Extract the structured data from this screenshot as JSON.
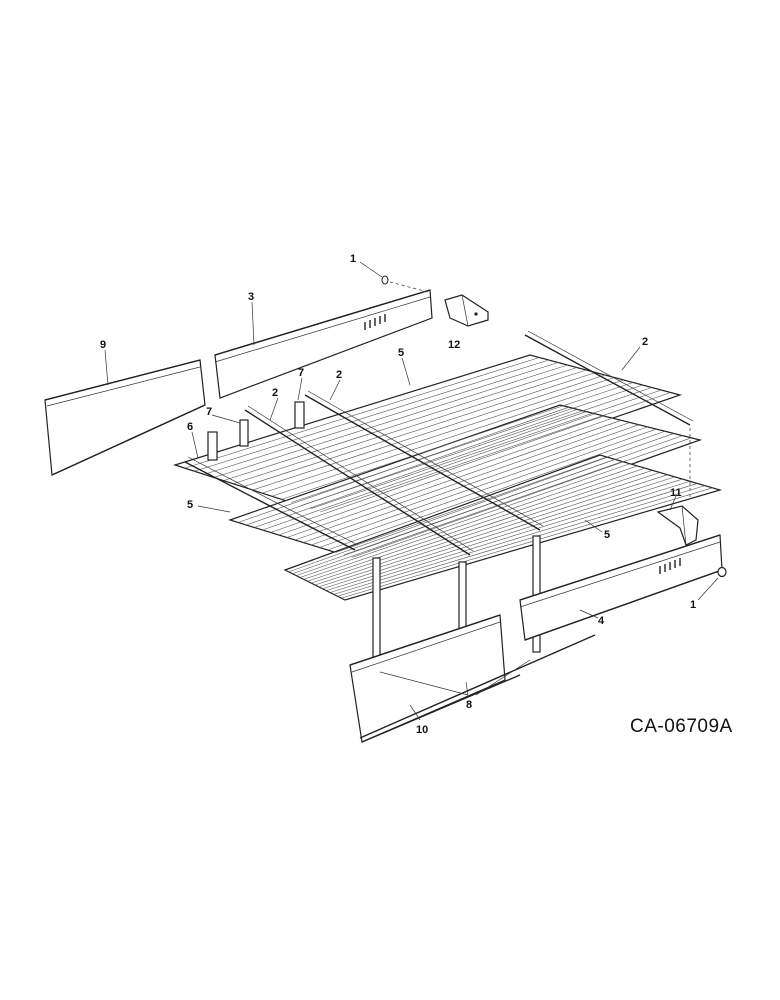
{
  "diagram": {
    "drawing_code": "CA-06709A",
    "callouts": {
      "c1_top": "1",
      "c1_right": "1",
      "c2_left": "2",
      "c2_mid": "2",
      "c2_right": "2",
      "c3": "3",
      "c4": "4",
      "c5_top": "5",
      "c5_left": "5",
      "c5_right": "5",
      "c6": "6",
      "c7_left": "7",
      "c7_mid": "7",
      "c8": "8",
      "c9": "9",
      "c10": "10",
      "c11": "11",
      "c12": "12"
    }
  }
}
